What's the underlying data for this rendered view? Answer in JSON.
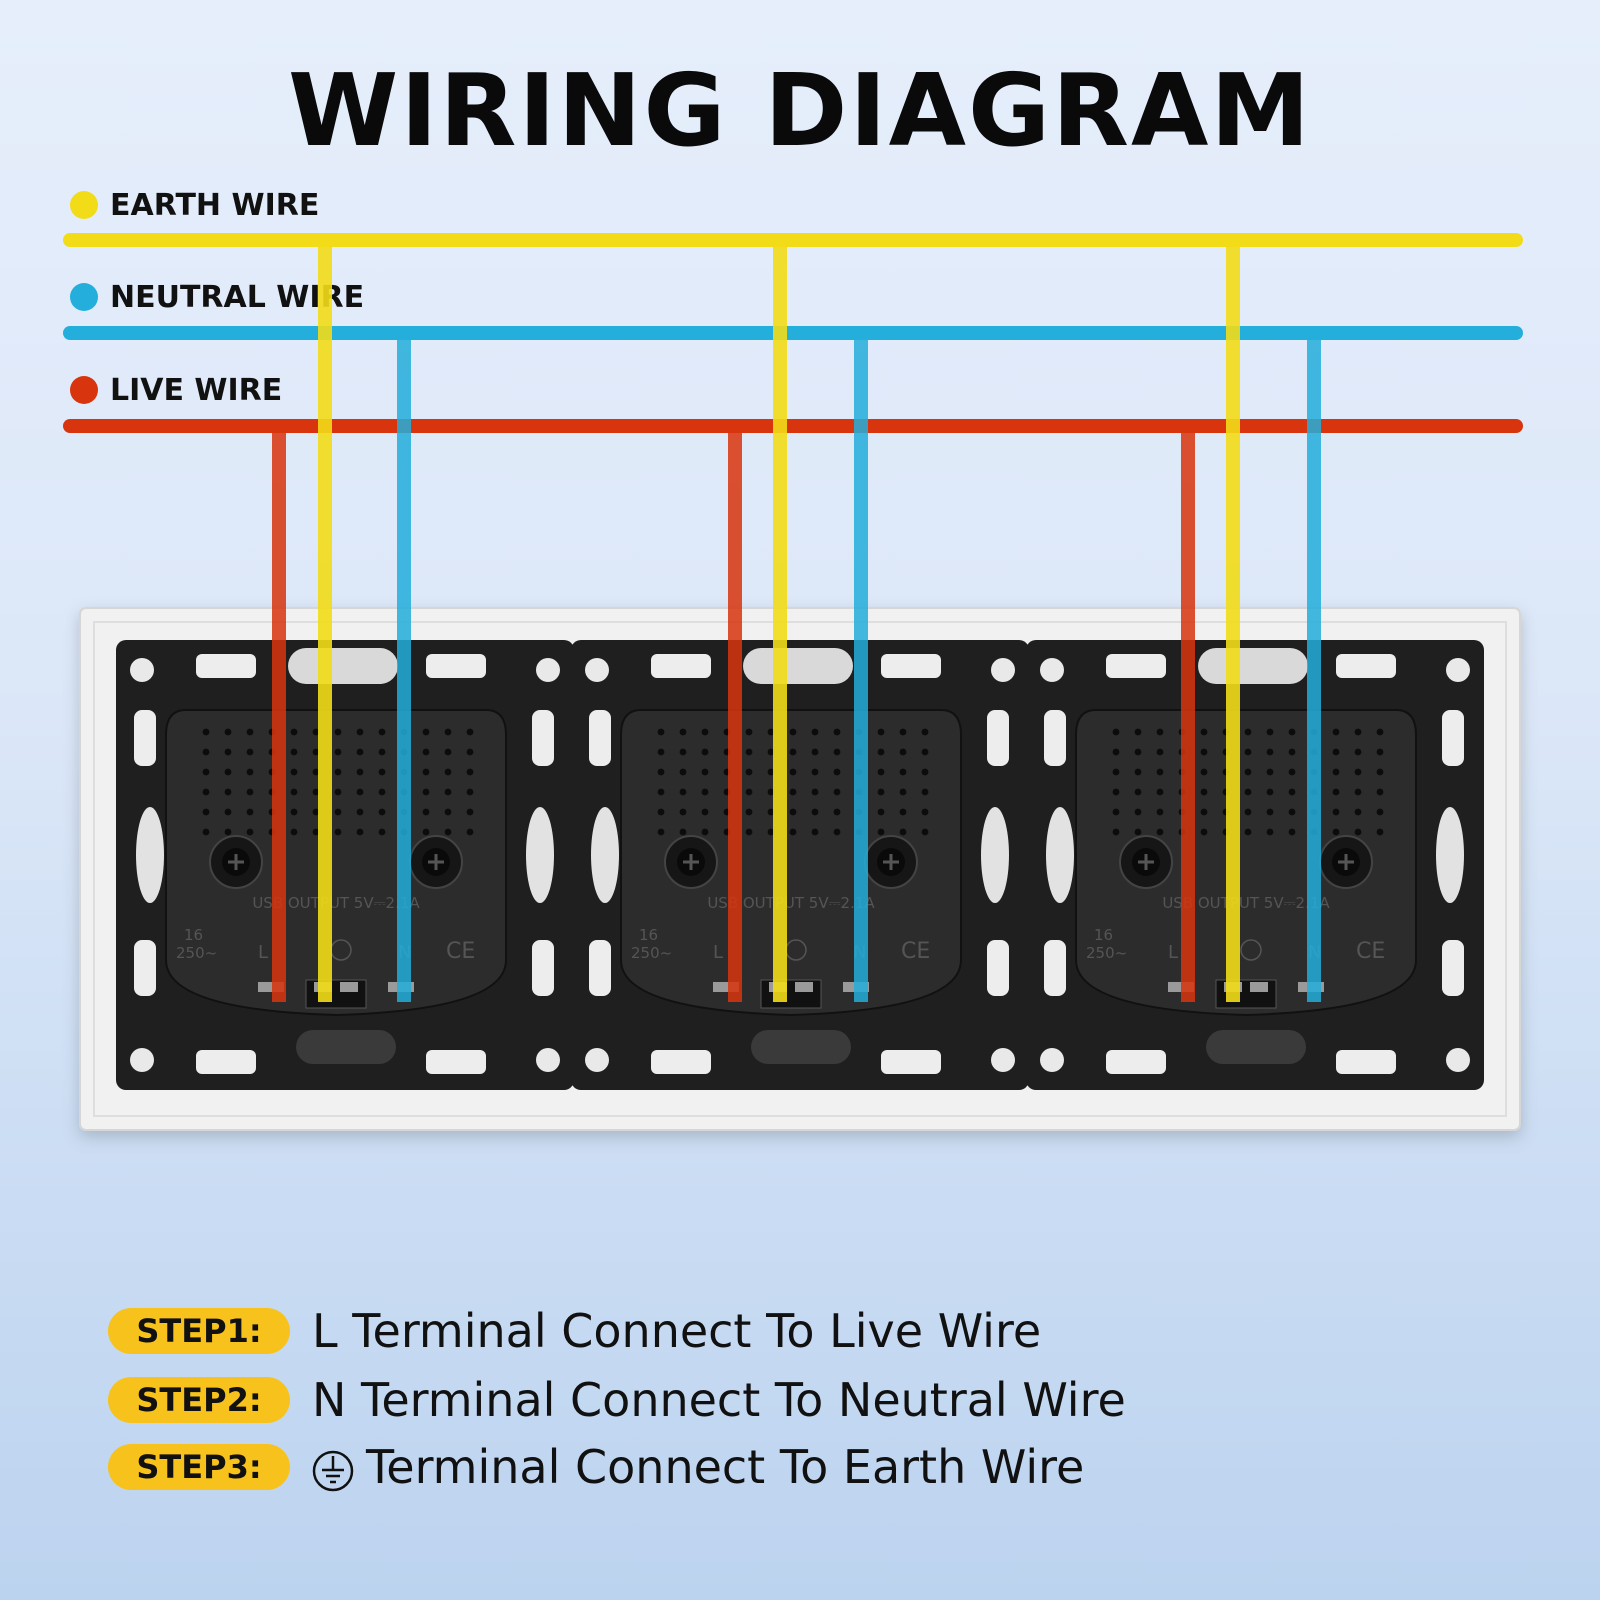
{
  "title": "WIRING DIAGRAM",
  "legend": [
    {
      "label": "EARTH WIRE",
      "color": "#f2dc18"
    },
    {
      "label": "NEUTRAL WIRE",
      "color": "#24aedb"
    },
    {
      "label": "LIVE WIRE",
      "color": "#d8350e"
    }
  ],
  "socket_text": {
    "usb_output": "USB OUTPUT 5V⎓2.1A",
    "rating_current": "16",
    "rating_voltage": "250~",
    "terminal_l": "L",
    "terminal_n": "N",
    "ce_mark": "CE"
  },
  "steps": [
    {
      "badge": "STEP1:",
      "text": "L Terminal Connect To Live Wire"
    },
    {
      "badge": "STEP2:",
      "text": "N Terminal Connect To Neutral Wire"
    },
    {
      "badge": "STEP3:",
      "text": "Terminal Connect To Earth Wire",
      "icon": "earth-symbol-icon"
    }
  ]
}
